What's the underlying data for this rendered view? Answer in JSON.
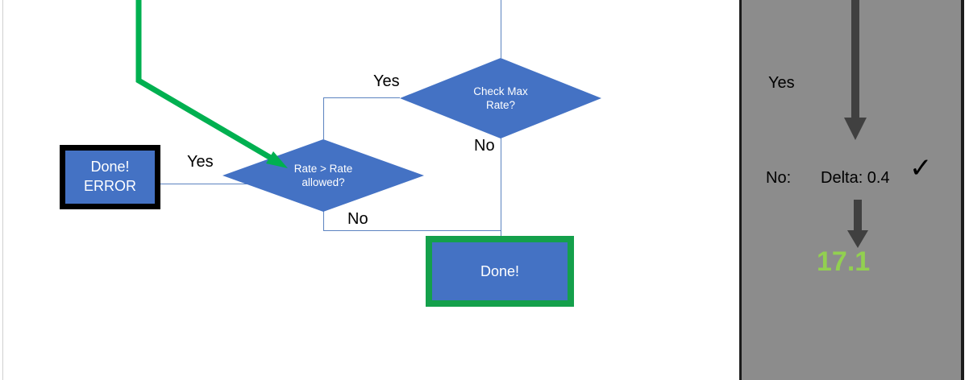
{
  "colors": {
    "shape_fill": "#4472C4",
    "connector": "#5B83C0",
    "highlight_green": "#00B050",
    "done_border_green": "#14A04B",
    "error_border_black": "#000000",
    "panel_background": "#8C8C8C",
    "panel_arrow": "#404040",
    "value_green": "#92D050",
    "slide_background": "#FFFFFF"
  },
  "flowchart": {
    "nodes": [
      {
        "id": "check-max-rate",
        "type": "decision",
        "label_line1": "Check Max",
        "label_line2": "Rate?"
      },
      {
        "id": "rate-gt-rate-allowed",
        "type": "decision",
        "label_line1": "Rate > Rate",
        "label_line2": "allowed?"
      },
      {
        "id": "done-error",
        "type": "process",
        "label_line1": "Done!",
        "label_line2": "ERROR",
        "border": "black"
      },
      {
        "id": "done",
        "type": "process",
        "label_line1": "Done!",
        "border": "green"
      }
    ],
    "edge_labels": {
      "check_max_rate_yes": "Yes",
      "check_max_rate_no": "No",
      "rate_allowed_yes": "Yes",
      "rate_allowed_no": "No"
    }
  },
  "panel": {
    "yes_label": "Yes",
    "no_label": "No:",
    "delta_label": "Delta: 0.4",
    "check_glyph": "✓",
    "result_value": "17.1",
    "arrow_long_name": "down-arrow-long",
    "arrow_short_name": "down-arrow-short"
  }
}
